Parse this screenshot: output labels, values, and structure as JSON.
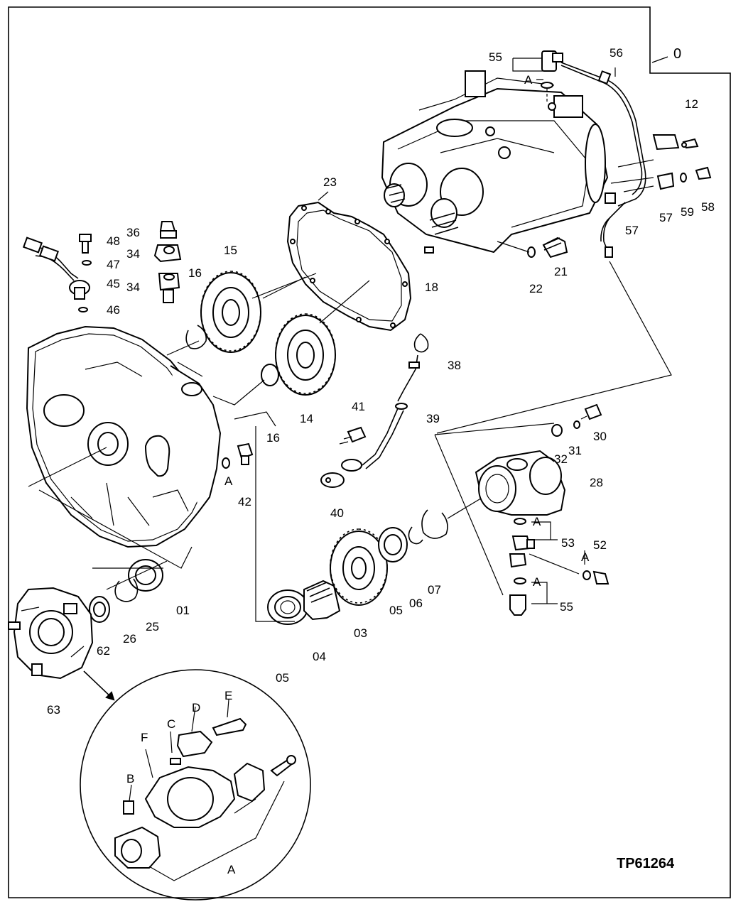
{
  "diagram": {
    "reference": "TP61264",
    "group_marker": "0",
    "callouts": [
      {
        "key": "55_top",
        "text": "55"
      },
      {
        "key": "A_top",
        "text": "A"
      },
      {
        "key": "56",
        "text": "56"
      },
      {
        "key": "0",
        "text": "0"
      },
      {
        "key": "12",
        "text": "12"
      },
      {
        "key": "23",
        "text": "23"
      },
      {
        "key": "36",
        "text": "36"
      },
      {
        "key": "48",
        "text": "48"
      },
      {
        "key": "34_upper",
        "text": "34"
      },
      {
        "key": "47",
        "text": "47"
      },
      {
        "key": "45",
        "text": "45"
      },
      {
        "key": "34_lower",
        "text": "34"
      },
      {
        "key": "46",
        "text": "46"
      },
      {
        "key": "15",
        "text": "15"
      },
      {
        "key": "16_upper",
        "text": "16"
      },
      {
        "key": "57_a",
        "text": "57"
      },
      {
        "key": "59",
        "text": "59"
      },
      {
        "key": "58",
        "text": "58"
      },
      {
        "key": "57_b",
        "text": "57"
      },
      {
        "key": "21",
        "text": "21"
      },
      {
        "key": "22",
        "text": "22"
      },
      {
        "key": "18",
        "text": "18"
      },
      {
        "key": "38",
        "text": "38"
      },
      {
        "key": "16_lower",
        "text": "16"
      },
      {
        "key": "14",
        "text": "14"
      },
      {
        "key": "41",
        "text": "41"
      },
      {
        "key": "39",
        "text": "39"
      },
      {
        "key": "30",
        "text": "30"
      },
      {
        "key": "32",
        "text": "32"
      },
      {
        "key": "31",
        "text": "31"
      },
      {
        "key": "A_42",
        "text": "A"
      },
      {
        "key": "42",
        "text": "42"
      },
      {
        "key": "40",
        "text": "40"
      },
      {
        "key": "28",
        "text": "28"
      },
      {
        "key": "A_53",
        "text": "A"
      },
      {
        "key": "53",
        "text": "53"
      },
      {
        "key": "52",
        "text": "52"
      },
      {
        "key": "A_52",
        "text": "A"
      },
      {
        "key": "A_55",
        "text": "A"
      },
      {
        "key": "55_bottom",
        "text": "55"
      },
      {
        "key": "07",
        "text": "07"
      },
      {
        "key": "06",
        "text": "06"
      },
      {
        "key": "05_right",
        "text": "05"
      },
      {
        "key": "03",
        "text": "03"
      },
      {
        "key": "04",
        "text": "04"
      },
      {
        "key": "05_left",
        "text": "05"
      },
      {
        "key": "01",
        "text": "01"
      },
      {
        "key": "25",
        "text": "25"
      },
      {
        "key": "26",
        "text": "26"
      },
      {
        "key": "62",
        "text": "62"
      },
      {
        "key": "63",
        "text": "63"
      },
      {
        "key": "E",
        "text": "E"
      },
      {
        "key": "D",
        "text": "D"
      },
      {
        "key": "C",
        "text": "C"
      },
      {
        "key": "F",
        "text": "F"
      },
      {
        "key": "B",
        "text": "B"
      },
      {
        "key": "A_detail",
        "text": "A"
      }
    ]
  }
}
